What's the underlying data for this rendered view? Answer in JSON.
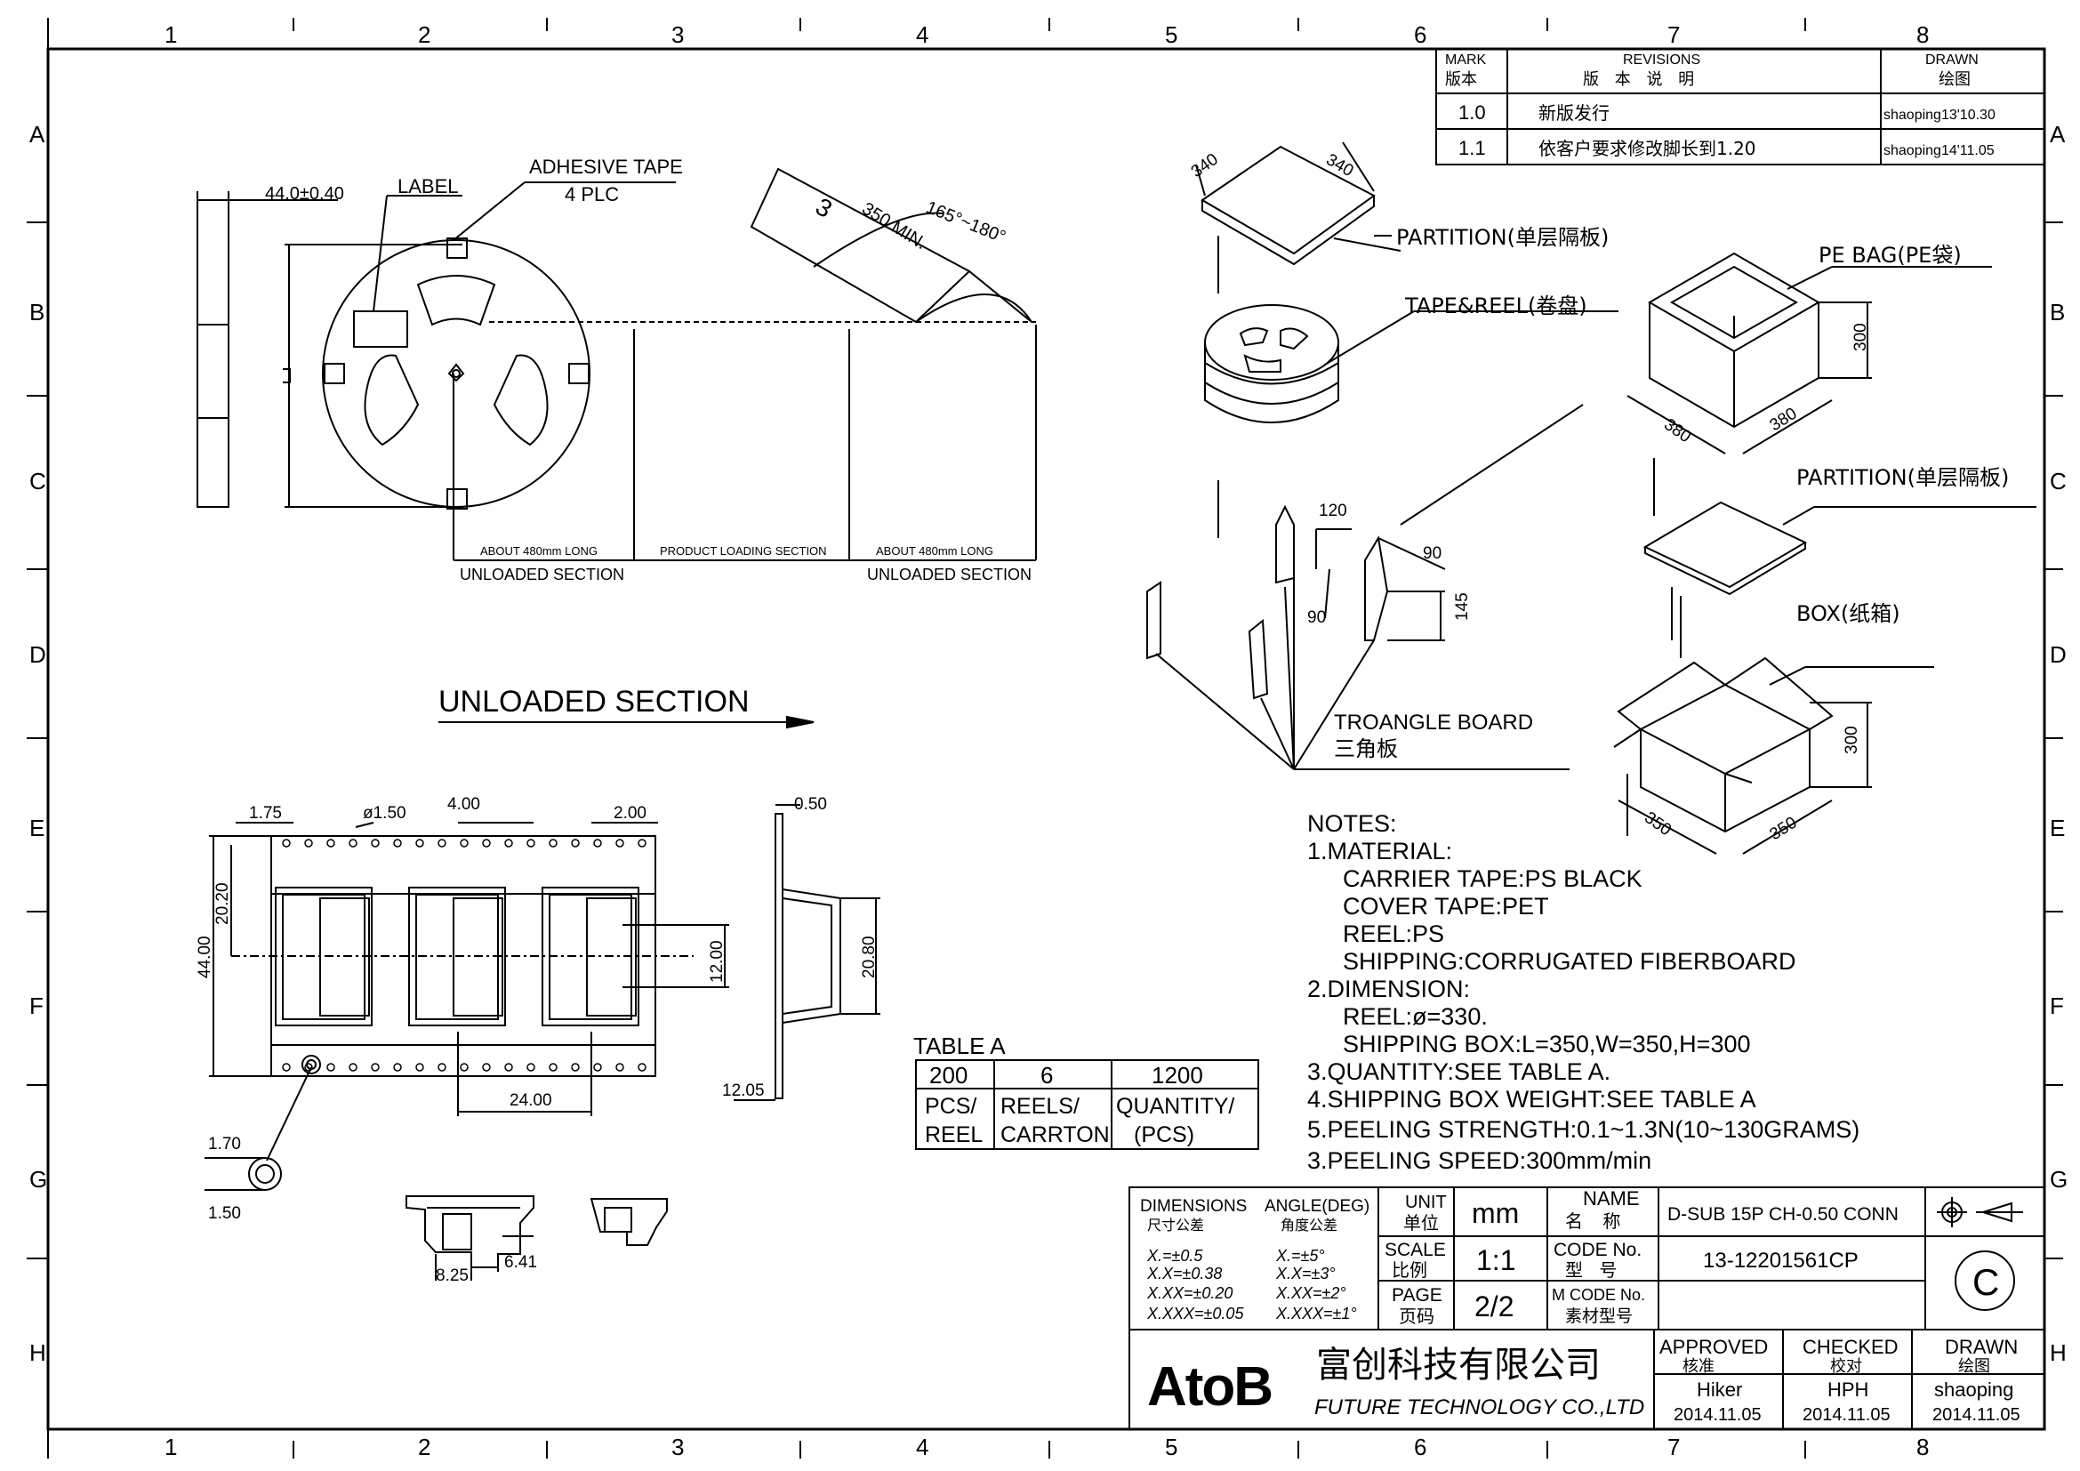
{
  "zones": {
    "columns": [
      "1",
      "2",
      "3",
      "4",
      "5",
      "6",
      "7",
      "8"
    ],
    "rows": [
      "A",
      "B",
      "C",
      "D",
      "E",
      "F",
      "G",
      "H"
    ]
  },
  "revisions": {
    "mark_header": "MARK",
    "mark_header_cn": "版本",
    "rev_header": "REVISIONS",
    "rev_header_cn": "版 本 说 明",
    "drawn_header": "DRAWN",
    "drawn_header_cn": "绘图",
    "rows": [
      {
        "mark": "1.0",
        "desc": "新版发行",
        "drawn": "shaoping13'10.30"
      },
      {
        "mark": "1.1",
        "desc": "依客户要求修改脚长到1.20",
        "drawn": "shaoping14'11.05"
      }
    ]
  },
  "reel_view": {
    "width_dim": "44.0±0.40",
    "label": "LABEL",
    "adhesive_tape": "ADHESIVE TAPE",
    "adhesive_qty": "4 PLC",
    "leader_angle": "165°~180°",
    "leader_min": "350 MIN.",
    "leader_num": "3",
    "about_left": "ABOUT 480mm LONG",
    "product_section": "PRODUCT LOADING SECTION",
    "about_right": "ABOUT 480mm LONG",
    "unloaded_left": "UNLOADED SECTION",
    "unloaded_right": "UNLOADED SECTION",
    "big_title": "UNLOADED SECTION"
  },
  "tape_view": {
    "d1": "1.75",
    "d2": "ø1.50",
    "d3": "4.00",
    "d4": "2.00",
    "d5": "20.20",
    "d6": "44.00",
    "d7": "12.00",
    "d8": "24.00",
    "d9": "0.50",
    "d10": "20.80",
    "d11": "12.05",
    "d12": "1.70",
    "d13": "1.50",
    "d14": "8.25",
    "d15": "6.41"
  },
  "table_a": {
    "title": "TABLE A",
    "values": [
      "200",
      "6",
      "1200"
    ],
    "unit_line1": [
      "PCS/",
      "REELS/",
      "QUANTITY/"
    ],
    "unit_line2": [
      "REEL",
      "CARRTON",
      "(PCS)"
    ]
  },
  "packing": {
    "partition_top": "PARTITION(单层隔板)",
    "dim_340a": "340",
    "dim_340b": "340",
    "tape_reel": "TAPE&REEL(卷盘)",
    "pe_bag": "PE BAG(PE袋)",
    "pe_300": "300",
    "pe_380a": "380",
    "pe_380b": "380",
    "partition_mid": "PARTITION(单层隔板)",
    "box": "BOX(纸箱)",
    "box_300": "300",
    "box_350a": "350",
    "box_350b": "350",
    "tri_120": "120",
    "tri_90a": "90",
    "tri_90b": "90",
    "tri_145": "145",
    "triangle_board": "TROANGLE BOARD",
    "triangle_board_cn": "三角板"
  },
  "notes": [
    "NOTES:",
    "1.MATERIAL:",
    "CARRIER TAPE:PS BLACK",
    "COVER TAPE:PET",
    "REEL:PS",
    "SHIPPING:CORRUGATED FIBERBOARD",
    "2.DIMENSION:",
    "REEL:ø=330.",
    "SHIPPING BOX:L=350,W=350,H=300",
    "3.QUANTITY:SEE TABLE A.",
    "4.SHIPPING BOX WEIGHT:SEE TABLE A",
    "5.PEELING STRENGTH:0.1~1.3N(10~130GRAMS)",
    "3.PEELING SPEED:300mm/min"
  ],
  "title_block": {
    "dims_title": "DIMENSIONS",
    "dims_cn": "尺寸公差",
    "angle_title": "ANGLE(DEG)",
    "angle_cn": "角度公差",
    "tol": [
      "X.=±0.5",
      "X.X=±0.38",
      "X.XX=±0.20",
      "X.XXX=±0.05"
    ],
    "ang": [
      "X.=±5°",
      "X.X=±3°",
      "X.XX=±2°",
      "X.XXX=±1°"
    ],
    "unit_label": "UNIT",
    "unit_cn": "单位",
    "unit_value": "mm",
    "name_label": "NAME",
    "name_cn": "名 称",
    "name_value": "D-SUB 15P CH-0.50 CONN",
    "scale_label": "SCALE",
    "scale_cn": "比例",
    "scale_value": "1:1",
    "code_label": "CODE No.",
    "code_cn": "型 号",
    "code_value": "13-12201561CP",
    "page_label": "PAGE",
    "page_cn": "页码",
    "page_value": "2/2",
    "mcode_label": "M CODE No.",
    "mcode_cn": "素材型号",
    "mcode_value": "",
    "logo": "AtoB",
    "company_cn": "富创科技有限公司",
    "company_en": "FUTURE TECHNOLOGY CO.,LTD",
    "approved": "APPROVED",
    "approved_cn": "核准",
    "approved_name": "Hiker",
    "approved_date": "2014.11.05",
    "checked": "CHECKED",
    "checked_cn": "校对",
    "checked_name": "HPH",
    "checked_date": "2014.11.05",
    "drawn": "DRAWN",
    "drawn_cn": "绘图",
    "drawn_name": "shaoping",
    "drawn_date": "2014.11.05",
    "copyright": "C"
  }
}
